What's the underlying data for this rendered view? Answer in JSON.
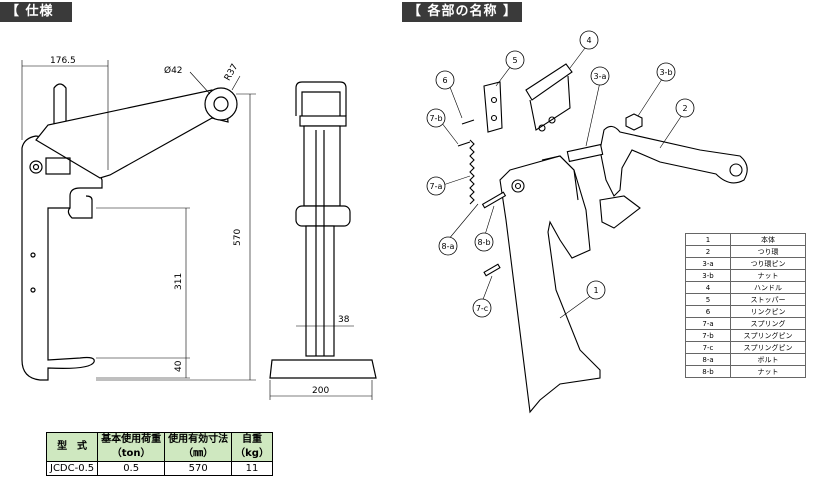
{
  "headers": {
    "spec": "【 仕様 】",
    "parts": "【 各部の名称 】"
  },
  "dimensions": {
    "width_top": "176.5",
    "dia": "Ø42",
    "radius": "R37",
    "height_total": "570",
    "opening": "311",
    "bottom": "40",
    "thickness": "38",
    "base_width": "200"
  },
  "callouts": [
    "1",
    "2",
    "3-a",
    "3-b",
    "4",
    "5",
    "6",
    "7-a",
    "7-b",
    "7-c",
    "8-a",
    "8-b"
  ],
  "parts_table": [
    {
      "no": "1",
      "name": "本体"
    },
    {
      "no": "2",
      "name": "つり環"
    },
    {
      "no": "3-a",
      "name": "つり環ピン"
    },
    {
      "no": "3-b",
      "name": "ナット"
    },
    {
      "no": "4",
      "name": "ハンドル"
    },
    {
      "no": "5",
      "name": "ストッパー"
    },
    {
      "no": "6",
      "name": "リンクピン"
    },
    {
      "no": "7-a",
      "name": "スプリング"
    },
    {
      "no": "7-b",
      "name": "スプリングピン"
    },
    {
      "no": "7-c",
      "name": "スプリングピン"
    },
    {
      "no": "8-a",
      "name": "ボルト"
    },
    {
      "no": "8-b",
      "name": "ナット"
    }
  ],
  "spec_table": {
    "headers": [
      {
        "line1": "型　式",
        "line2": ""
      },
      {
        "line1": "基本使用荷重",
        "line2": "（ton）"
      },
      {
        "line1": "使用有効寸法",
        "line2": "（㎜）"
      },
      {
        "line1": "自重",
        "line2": "（kg）"
      }
    ],
    "row": [
      "JCDC-0.5",
      "0.5",
      "570",
      "11"
    ]
  }
}
